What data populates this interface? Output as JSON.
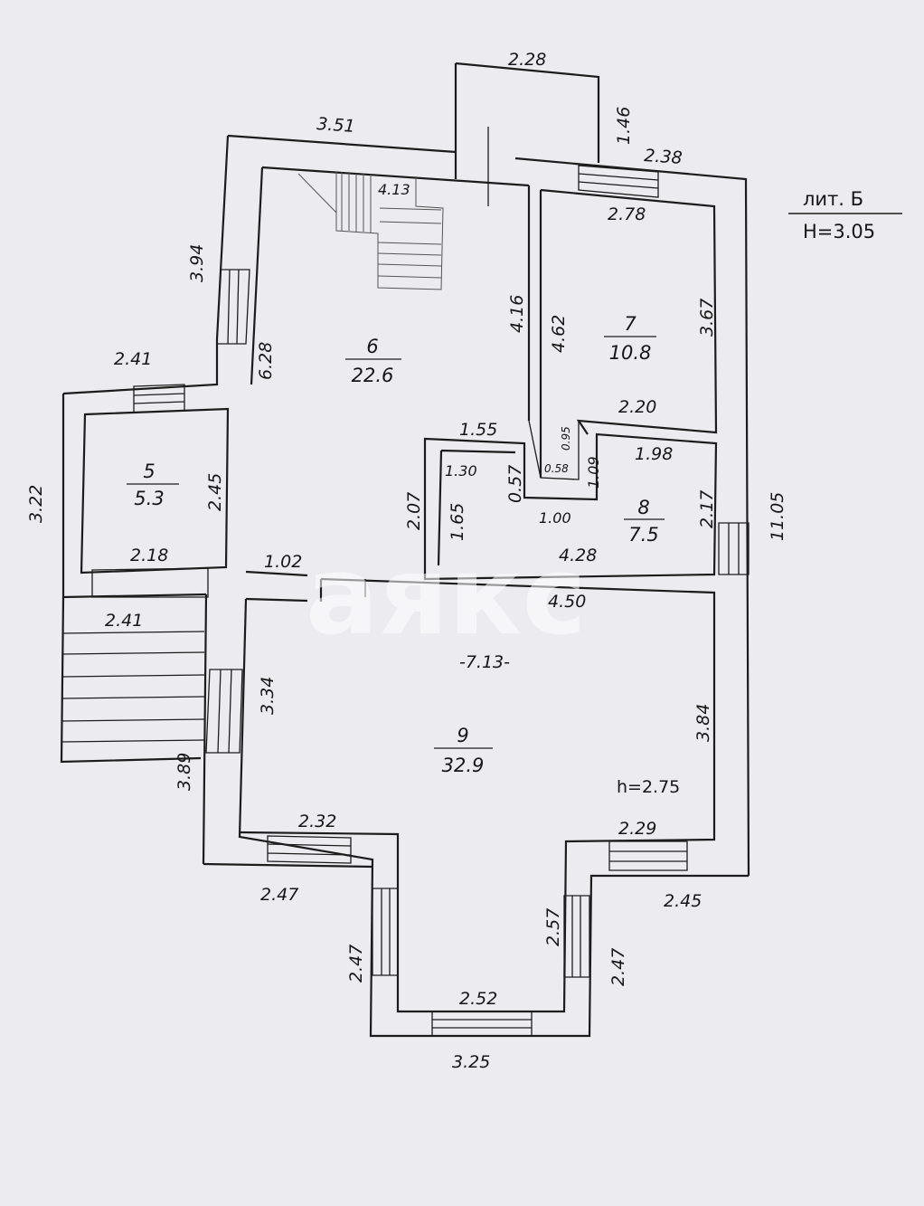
{
  "legend": {
    "title": "лит. Б",
    "height": "H=3.05"
  },
  "watermark": "аякс",
  "rooms": [
    {
      "number": "5",
      "area": "5.3"
    },
    {
      "number": "6",
      "area": "22.6"
    },
    {
      "number": "7",
      "area": "10.8"
    },
    {
      "number": "8",
      "area": "7.5"
    },
    {
      "number": "9",
      "area": "32.9"
    }
  ],
  "room9_span": "-7.13-",
  "room9_height": "h=2.75",
  "dimensions": {
    "porch_top": "2.28",
    "porch_side": "1.46",
    "top_left": "3.51",
    "top_right": "2.38",
    "left_upper": "3.94",
    "stair_width": "4.13",
    "r6_height": "6.28",
    "r6_right": "4.16",
    "r7_top": "2.78",
    "r7_left": "4.62",
    "r7_right": "3.67",
    "r7_bottom": "2.20",
    "r5_top": "2.41",
    "r5_outer": "3.22",
    "r5_right": "2.45",
    "r5_bottom": "2.18",
    "r5_outer_bottom": "2.41",
    "corr_top": "1.55",
    "corr_a": "1.30",
    "corr_b": "0.57",
    "corr_c": "2.07",
    "corr_d": "1.65",
    "corr_e": "1.00",
    "small_a": "0.95",
    "small_b": "0.58",
    "r8_top": "1.98",
    "r8_left": "1.09",
    "r8_right": "2.17",
    "r8_bottom": "4.28",
    "door_gap": "1.02",
    "total_right": "11.05",
    "r9_top": "4.50",
    "r9_left": "3.34",
    "r9_right": "3.84",
    "r9_outer_left": "3.89",
    "bay_l_top": "2.32",
    "bay_l_outer": "2.47",
    "bay_r_top": "2.29",
    "bay_r_outer": "2.45",
    "bay_left_side": "2.47",
    "bay_right_inner": "2.57",
    "bay_right_outer": "2.47",
    "bay_bottom_inner": "2.52",
    "bay_bottom_outer": "3.25"
  }
}
